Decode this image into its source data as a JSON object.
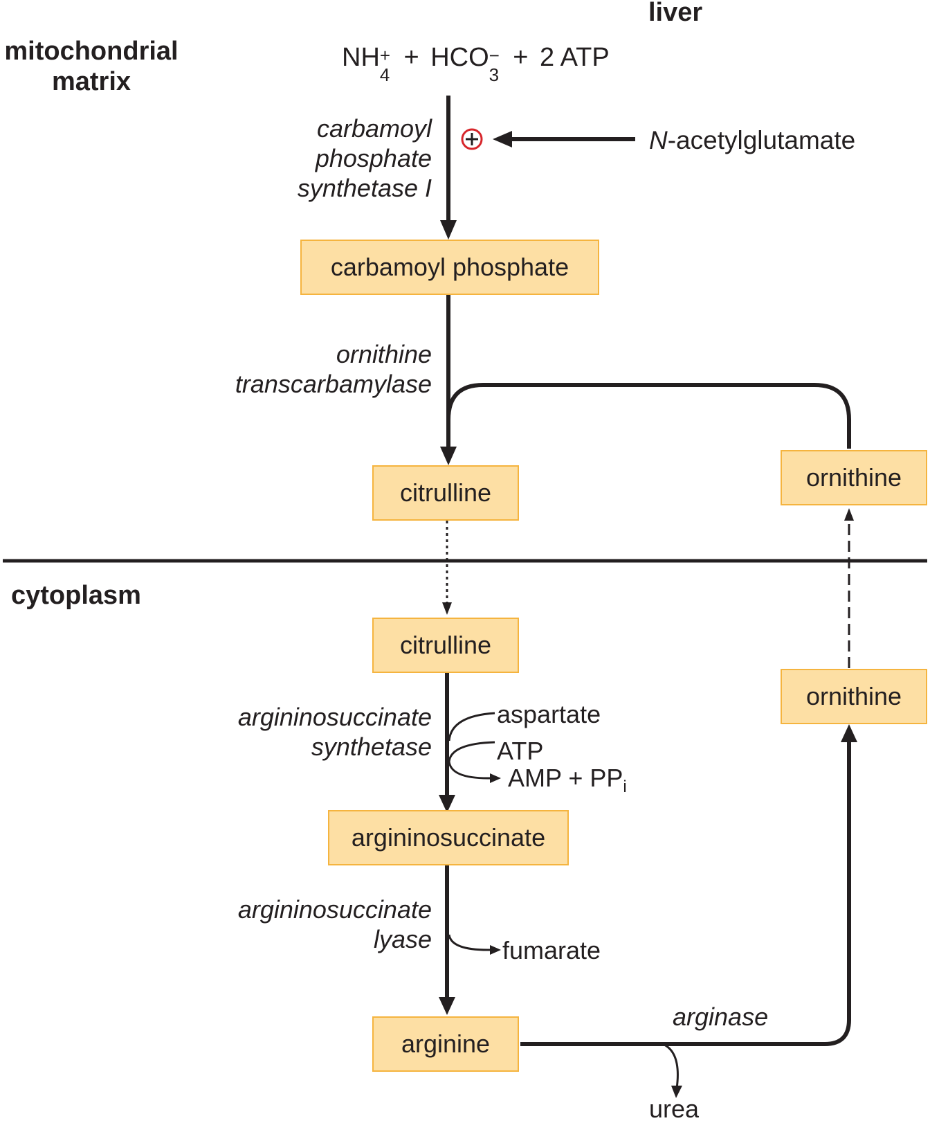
{
  "regions": {
    "liver": "liver",
    "mitochondrial": [
      "mitochondrial",
      "matrix"
    ],
    "cytoplasm": "cytoplasm"
  },
  "reactants": {
    "nh4": "NH",
    "nh4_sub": "4",
    "nh4_sup": "+",
    "plus1": "+",
    "hco3": "HCO",
    "hco3_sub": "3",
    "hco3_sup": "−",
    "plus2": "+",
    "atp": "2 ATP"
  },
  "activator": {
    "symbol": "⊕",
    "label_italic": "N",
    "label_rest": "-acetylglutamate",
    "color": "#d7262b"
  },
  "enzymes": {
    "cps1": [
      "carbamoyl",
      "phosphate",
      "synthetase I"
    ],
    "otc": [
      "ornithine",
      "transcarbamylase"
    ],
    "ass": [
      "argininosuccinate",
      "synthetase"
    ],
    "asl": [
      "argininosuccinate",
      "lyase"
    ],
    "arginase": "arginase"
  },
  "boxes": {
    "carbamoyl_phosphate": "carbamoyl phosphate",
    "citrulline_mito": "citrulline",
    "ornithine_mito": "ornithine",
    "citrulline_cyto": "citrulline",
    "ornithine_cyto": "ornithine",
    "argininosuccinate": "argininosuccinate",
    "arginine": "arginine"
  },
  "side_products": {
    "aspartate": "aspartate",
    "atp": "ATP",
    "amp_ppi": "AMP + PP",
    "amp_ppi_sub": "i",
    "fumarate": "fumarate",
    "urea": "urea"
  },
  "colors": {
    "box_fill": "#fddfa4",
    "box_border": "#f5b43f",
    "line": "#231f20"
  }
}
